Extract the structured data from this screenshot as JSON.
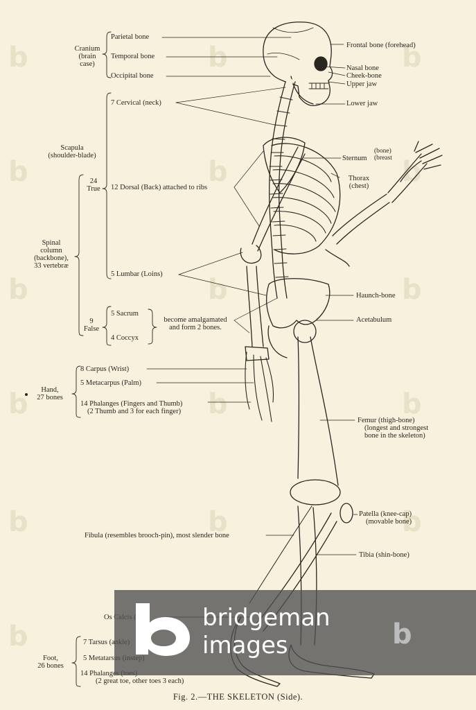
{
  "caption": "Fig. 2.—THE SKELETON (Side).",
  "left_labels": {
    "cranium": [
      "Cranium",
      "(brain",
      "case)"
    ],
    "parietal": "Parietal bone",
    "temporal": "Temporal bone",
    "occipital": "Occipital bone",
    "cervical": "7 Cervical (neck)",
    "scapula": [
      "Scapula",
      "(shoulder-blade)"
    ],
    "true_count": [
      "24",
      "True"
    ],
    "dorsal": "12 Dorsal (Back) attached to ribs",
    "spinal": [
      "Spinal",
      "column",
      "(backbone),",
      "33 vertebræ"
    ],
    "lumbar": "5 Lumbar (Loins)",
    "false_count": [
      "9",
      "False"
    ],
    "sacrum": "5 Sacrum",
    "coccyx": "4 Coccyx",
    "amalgamated": [
      "become amalgamated",
      "and form 2 bones."
    ],
    "hand": [
      "Hand,",
      "27 bones"
    ],
    "carpus": "8 Carpus (Wrist)",
    "metacarpus": "5 Metacarpus (Palm)",
    "phalanges_hand": "14 Phalanges (Fingers and Thumb)",
    "phalanges_hand_note": "(2 Thumb and 3 for each finger)",
    "fibula": "Fibula (resembles brooch-pin), most slender bone",
    "os_calcis": "Os Calcis (",
    "foot": [
      "Foot,",
      "26 bones"
    ],
    "tarsus": "7 Tarsus (ankle)",
    "metatarsus": "5 Metatarsus (instep)",
    "phalanges_foot": "14 Phalanges (toes)",
    "phalanges_foot_note": "(2 great toe, other toes 3 each)"
  },
  "right_labels": {
    "frontal": "Frontal bone (forehead)",
    "nasal": "Nasal bone",
    "cheek": "Cheek-bone",
    "upper_jaw": "Upper jaw",
    "lower_jaw": "Lower jaw",
    "sternum": "Sternum",
    "sternum_note": [
      "(bone)",
      "(breast"
    ],
    "thorax": [
      "Thorax",
      "(chest)"
    ],
    "haunch": "Haunch-bone",
    "acetabulum": "Acetabulum",
    "femur": [
      "Femur (thigh-bone)",
      "(longest and strongest",
      "bone in the skeleton)"
    ],
    "patella": [
      "Patella (knee-cap)",
      "(movable bone)"
    ],
    "tibia": "Tibia (shin-bone)"
  },
  "watermark": {
    "line1": "bridgeman",
    "line2": "images",
    "logo_letter": "b"
  },
  "colors": {
    "paper": "#f7f1dd",
    "ink": "#2a2620",
    "band": "#505050"
  }
}
